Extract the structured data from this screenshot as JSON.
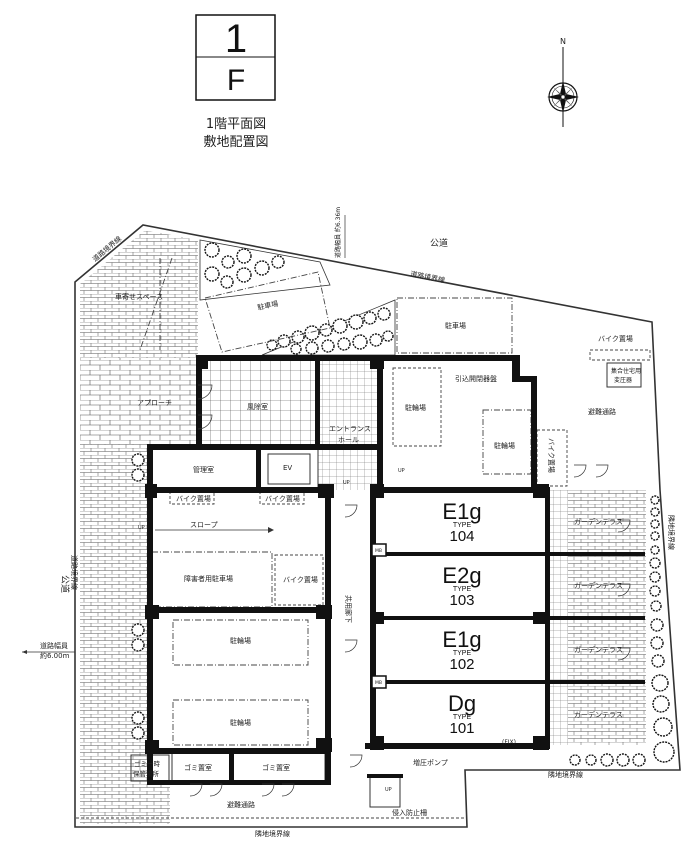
{
  "title": {
    "floor_main": "1",
    "floor_sub": "F",
    "line1": "1階平面図",
    "line2": "敷地配置図"
  },
  "compass": {
    "north": "N"
  },
  "site": {
    "public_road_top": "公道",
    "road_boundary_top": "道路境界線",
    "road_boundary_topleft": "道路境界線",
    "road_width_top": "道路幅員 約6.36m",
    "public_road_left": "公道",
    "road_boundary_left": "道路境界線",
    "road_width_left_1": "道路幅員",
    "road_width_left_2": "約6.00m",
    "neighbor_boundary_right": "隣地境界線",
    "neighbor_boundary_bottom_right": "隣地境界線",
    "neighbor_boundary_bottom": "隣地境界線"
  },
  "rooms": {
    "drop_off": "車寄せスペース",
    "parking_1": "駐車場",
    "parking_2": "駐車場",
    "bike_top_right": "バイク置場",
    "transformer_1": "集合住宅用",
    "transformer_2": "変圧器",
    "switchgear": "引込開閉器盤",
    "approach": "アプローチ",
    "windbreak": "風除室",
    "bicycle_1": "駐輪場",
    "bicycle_2": "駐輪場",
    "evac_route_top": "避難通路",
    "entrance_1": "エントランス",
    "entrance_2": "ホール",
    "ev": "EV",
    "management": "管理室",
    "bike_vertical": "バイク置場",
    "bike_a": "バイク置場",
    "bike_b": "バイク置場",
    "slope": "スロープ",
    "accessible_parking": "障害者用駐車場",
    "bike_c": "バイク置場",
    "corridor": "共用廊下",
    "bicycle_3": "駐輪場",
    "bicycle_4": "駐輪場",
    "garbage_temp_1": "ゴミ一時",
    "garbage_temp_2": "保管場所",
    "garbage_room_1": "ゴミ置室",
    "garbage_room_2": "ゴミ置室",
    "evac_route_bottom": "避難通路",
    "booster_pump": "増圧ポンプ",
    "fix": "(FIX)",
    "fence": "侵入防止柵",
    "up_1": "UP",
    "up_2": "UP",
    "up_3": "UP",
    "up_4": "UP",
    "mb_1": "MB",
    "mb_2": "MB"
  },
  "units": [
    {
      "type": "E1g",
      "type_label": "TYPE",
      "number": "104",
      "terrace": "ガーデンテラス"
    },
    {
      "type": "E2g",
      "type_label": "TYPE",
      "number": "103",
      "terrace": "ガーデンテラス"
    },
    {
      "type": "E1g",
      "type_label": "TYPE",
      "number": "102",
      "terrace": "ガーデンテラス"
    },
    {
      "type": "Dg",
      "type_label": "TYPE",
      "number": "101",
      "terrace": "ガーデンテラス"
    }
  ]
}
